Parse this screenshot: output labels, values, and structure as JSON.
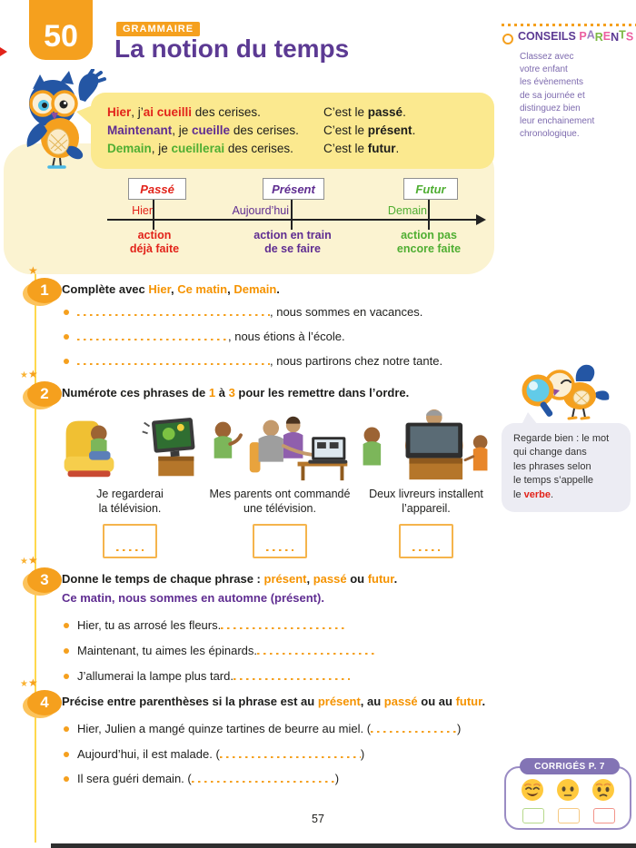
{
  "page": {
    "lesson_number": "50",
    "category": "GRAMMAIRE",
    "title": "La notion du temps",
    "page_number": "57"
  },
  "colors": {
    "orange": "#f5a01e",
    "keyword_orange": "#f59300",
    "red": "#e2231a",
    "purple": "#5c3a93",
    "green": "#4fae32",
    "bubble_yellow": "#fbe98f",
    "panel_yellow": "#fbf3d1",
    "corriges_purple": "#8374b5"
  },
  "icons": {
    "star": "★"
  },
  "conseils": {
    "title": "CONSEILS",
    "parents_letters": [
      "P",
      "A",
      "R",
      "E",
      "N",
      "T",
      "S"
    ],
    "body_lines": [
      "Classez avec",
      "votre enfant",
      "les évènements",
      "de sa journée et",
      "distinguez bien",
      "leur enchainement",
      "chronologique."
    ]
  },
  "examples": {
    "rows": [
      {
        "time": "Hier",
        "mid": ", j’",
        "verb": "ai cueilli",
        "end": " des cerises.",
        "c_pre": "C’est le ",
        "c_word": "passé",
        "c_end": "."
      },
      {
        "time": "Maintenant",
        "mid": ", je ",
        "verb": "cueille",
        "end": " des cerises.",
        "c_pre": "C’est le ",
        "c_word": "présent",
        "c_end": "."
      },
      {
        "time": "Demain",
        "mid": ", je ",
        "verb": "cueillerai",
        "end": " des cerises.",
        "c_pre": "C’est le ",
        "c_word": "futur",
        "c_end": "."
      }
    ]
  },
  "timeline": {
    "boxes": [
      "Passé",
      "Présent",
      "Futur"
    ],
    "labels": [
      "Hier",
      "Aujourd’hui",
      "Demain"
    ],
    "actions_line1": [
      "action",
      "action en train",
      "action pas"
    ],
    "actions_line2": [
      "déjà faite",
      "de se faire",
      "encore faite"
    ]
  },
  "exercises": [
    {
      "number": "1",
      "title": {
        "pre": "Complète avec ",
        "w1": "Hier",
        "s1": ", ",
        "w2": "Ce matin",
        "s2": ", ",
        "w3": "Demain",
        "end": "."
      },
      "items": [
        ", nous sommes en vacances.",
        ", nous étions à l’école.",
        ", nous partirons chez notre tante."
      ]
    },
    {
      "number": "2",
      "title": {
        "pre": "Numérote ces phrases de ",
        "w1": "1",
        "s1": " à ",
        "w2": "3",
        "end": " pour les remettre dans l’ordre."
      },
      "cards": [
        {
          "line1": "Je regarderai",
          "line2": "la télévision."
        },
        {
          "line1": "Mes parents ont commandé",
          "line2": "une télévision."
        },
        {
          "line1": "Deux livreurs installent",
          "line2": "l’appareil."
        }
      ]
    },
    {
      "number": "3",
      "title": {
        "pre": "Donne le temps de chaque phrase : ",
        "w1": "présent",
        "s1": ", ",
        "w2": "passé",
        "s2": " ou ",
        "w3": "futur",
        "end": "."
      },
      "example": "Ce matin, nous sommes en automne (présent).",
      "items": [
        "Hier, tu as arrosé les fleurs.",
        "Maintenant, tu aimes les épinards.",
        "J’allumerai la lampe plus tard."
      ]
    },
    {
      "number": "4",
      "title": {
        "pre": "Précise entre parenthèses si la phrase est au ",
        "w1": "présent",
        "s1": ", au ",
        "w2": "passé",
        "s2": " ou au ",
        "w3": "futur",
        "end": "."
      },
      "paren_open": "(",
      "paren_close": ")",
      "items": [
        "Hier, Julien a mangé quinze tartines de beurre au miel. ",
        "Aujourd’hui, il est malade. ",
        "Il sera guéri demain. "
      ]
    }
  ],
  "tip": {
    "lines": [
      "Regarde bien : le mot",
      "qui change dans",
      "les phrases selon",
      "le temps s’appelle"
    ],
    "last_pre": "le ",
    "last_word": "verbe",
    "last_end": "."
  },
  "corriges": {
    "label": "CORRIGÉS P. 7"
  }
}
